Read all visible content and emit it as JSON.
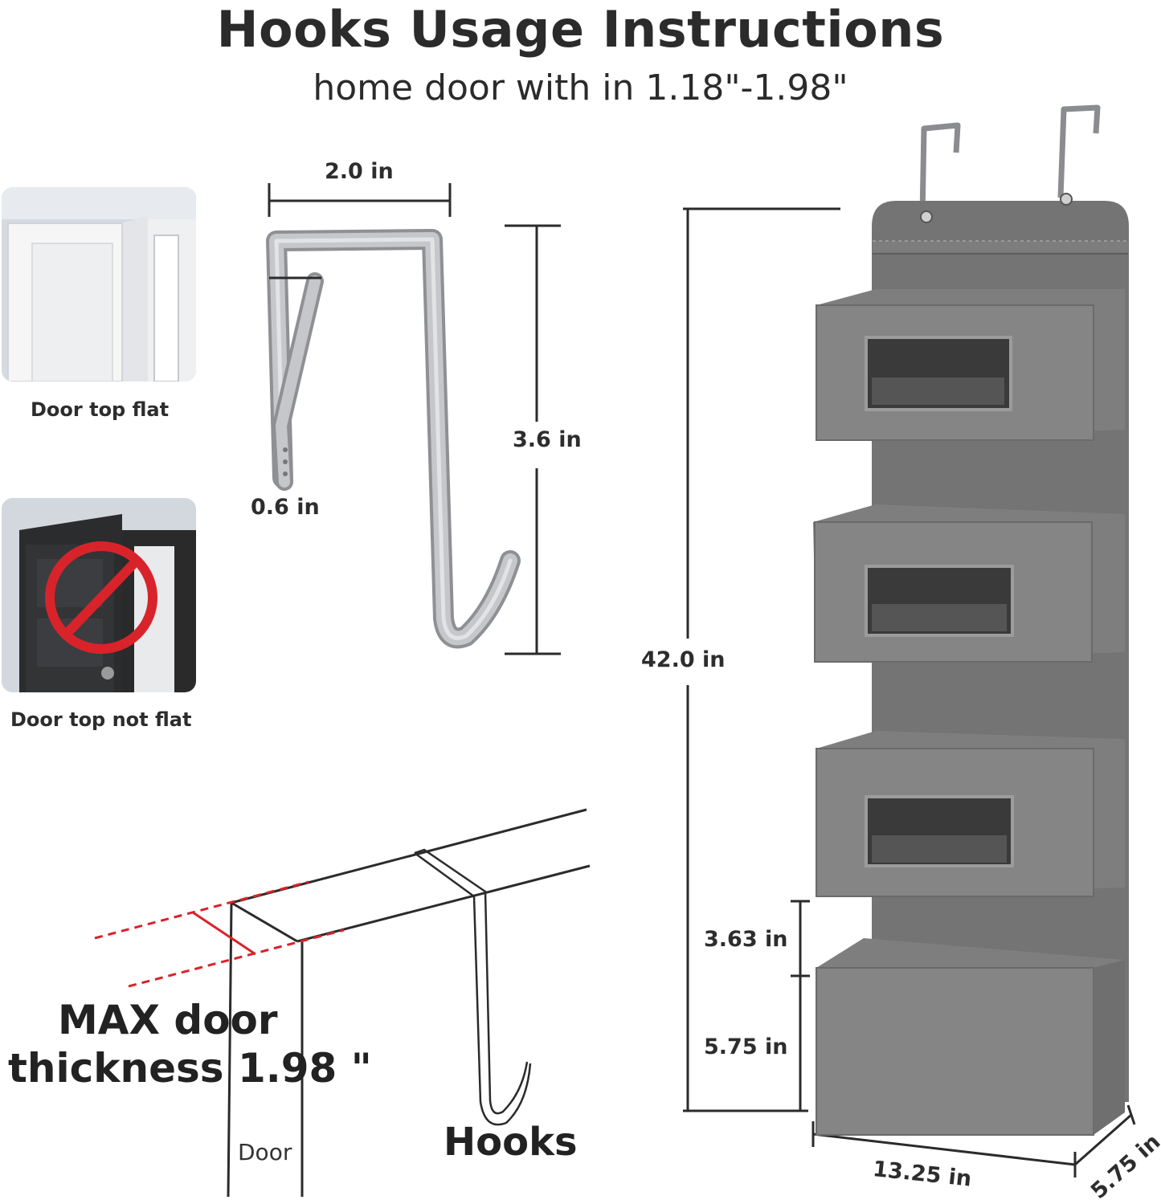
{
  "header": {
    "title": "Hooks Usage Instructions",
    "subtitle": "home door with in 1.18\"-1.98\""
  },
  "door_examples": [
    {
      "caption": "Door top flat"
    },
    {
      "caption": "Door top not flat"
    }
  ],
  "hook_dimensions": {
    "width": "2.0 in",
    "height": "3.6 in",
    "strap_width": "0.6 in"
  },
  "organizer_dimensions": {
    "height": "42.0 in",
    "gap": "3.63 in",
    "pocket_height": "5.75 in",
    "width": "13.25 in",
    "depth": "5.75 in"
  },
  "installation": {
    "max_thickness_line1": "MAX door",
    "max_thickness_line2": "thickness 1.98 \"",
    "door_label": "Door",
    "hooks_label": "Hooks"
  },
  "colors": {
    "prohibited": "#d9232a",
    "organizer_gray": "#6f6f6f",
    "hook_silver": "#b9b9bb"
  }
}
